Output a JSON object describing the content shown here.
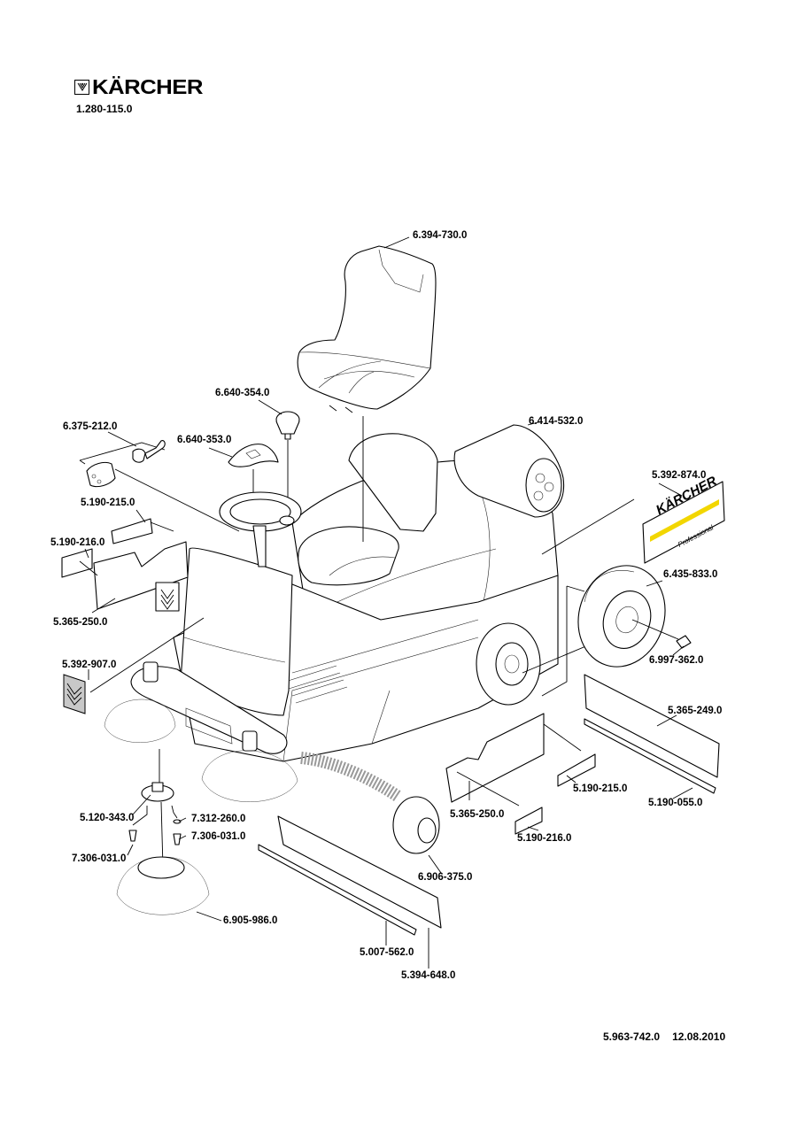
{
  "header": {
    "brand": "KÄRCHER",
    "logo_icon": "kaercher-emblem-icon",
    "document_number": "1.280-115.0"
  },
  "footer": {
    "drawing_number": "5.963-742.0",
    "date": "12.08.2010"
  },
  "decal": {
    "brand": "KÄRCHER",
    "subtitle": "Professional",
    "accent_color": "#f2d600"
  },
  "parts": [
    {
      "id": "seat",
      "number": "6.394-730.0",
      "description_icon": "seat-icon"
    },
    {
      "id": "knob",
      "number": "6.640-354.0",
      "description_icon": "knob-icon"
    },
    {
      "id": "steering-cover",
      "number": "6.640-353.0",
      "description_icon": "cover-icon"
    },
    {
      "id": "ignition-lock",
      "number": "6.375-212.0",
      "description_icon": "lock-icon"
    },
    {
      "id": "roller-brush-top",
      "number": "6.414-532.0",
      "description_icon": "roller-brush-icon"
    },
    {
      "id": "decal-professional",
      "number": "5.392-874.0",
      "description_icon": "decal-icon"
    },
    {
      "id": "sealing-strip-clamp-left-upper",
      "number": "5.190-215.0",
      "description_icon": "clamp-strip-icon"
    },
    {
      "id": "sealing-strip-clamp-left-lower",
      "number": "5.190-216.0",
      "description_icon": "clamp-strip-icon"
    },
    {
      "id": "sealing-strip-left",
      "number": "5.365-250.0",
      "description_icon": "sealing-strip-icon"
    },
    {
      "id": "wheel",
      "number": "6.435-833.0",
      "description_icon": "wheel-icon"
    },
    {
      "id": "wheel-bolt",
      "number": "6.997-362.0",
      "description_icon": "bolt-icon"
    },
    {
      "id": "decal-chevron",
      "number": "5.392-907.0",
      "description_icon": "chevron-decal-icon"
    },
    {
      "id": "sealing-strip-rear",
      "number": "5.365-249.0",
      "description_icon": "sealing-strip-icon"
    },
    {
      "id": "clamp-strip-rear",
      "number": "5.190-055.0",
      "description_icon": "clamp-strip-icon"
    },
    {
      "id": "sealing-strip-right",
      "number": "5.365-250.0",
      "description_icon": "sealing-strip-icon"
    },
    {
      "id": "clamp-right-upper",
      "number": "5.190-215.0",
      "description_icon": "clamp-strip-icon"
    },
    {
      "id": "clamp-right-lower",
      "number": "5.190-216.0",
      "description_icon": "clamp-strip-icon"
    },
    {
      "id": "brush-holder",
      "number": "5.120-343.0",
      "description_icon": "holder-icon"
    },
    {
      "id": "washer",
      "number": "7.312-260.0",
      "description_icon": "washer-icon"
    },
    {
      "id": "screw-right",
      "number": "7.306-031.0",
      "description_icon": "screw-icon"
    },
    {
      "id": "screw-left",
      "number": "7.306-031.0",
      "description_icon": "screw-icon"
    },
    {
      "id": "side-brush",
      "number": "6.905-986.0",
      "description_icon": "side-brush-icon"
    },
    {
      "id": "main-roller-brush",
      "number": "6.906-375.0",
      "description_icon": "roller-brush-icon"
    },
    {
      "id": "clamp-strip-front",
      "number": "5.007-562.0",
      "description_icon": "clamp-strip-icon"
    },
    {
      "id": "sealing-strip-front",
      "number": "5.394-648.0",
      "description_icon": "sealing-strip-icon"
    }
  ]
}
